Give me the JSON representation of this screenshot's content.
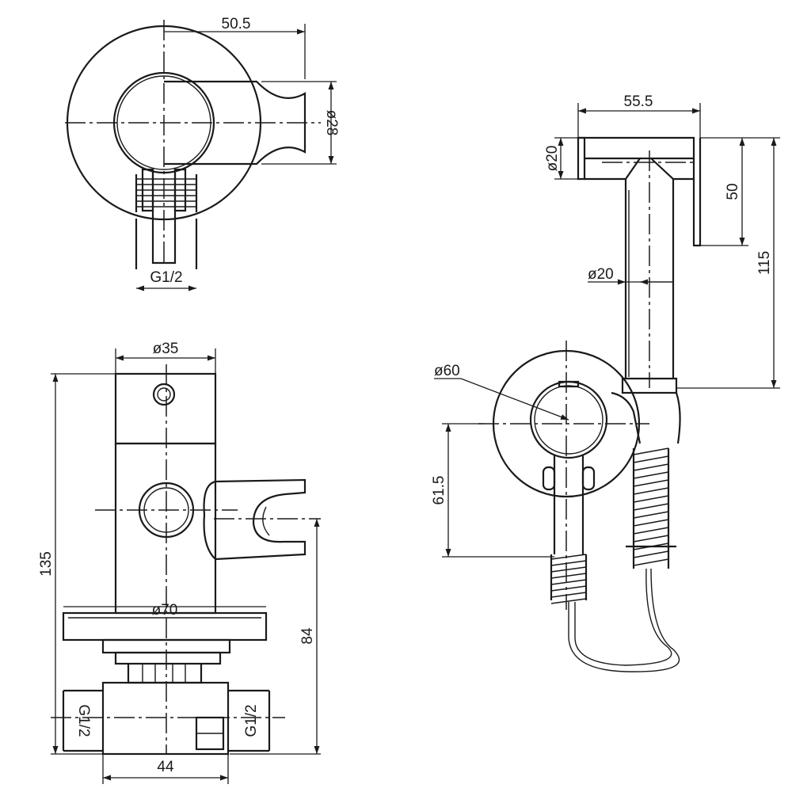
{
  "drawing": {
    "top_view": {
      "width_label": "50.5",
      "holder_dia_label": "ø28",
      "thread_label": "G1/2"
    },
    "front_view": {
      "top_dia_label": "ø35",
      "height_label": "135",
      "flange_dia_label": "ø70",
      "outlet_height_label": "84",
      "left_thread_label": "G1/2",
      "right_thread_label": "G1/2",
      "body_width_label": "44"
    },
    "sprayer_view": {
      "head_length_label": "55.5",
      "head_dia_label": "ø20",
      "head_height_label": "50",
      "total_height_label": "115",
      "handle_dia_label": "ø20",
      "escutcheon_dia_label": "ø60",
      "valve_height_label": "61.5"
    }
  }
}
